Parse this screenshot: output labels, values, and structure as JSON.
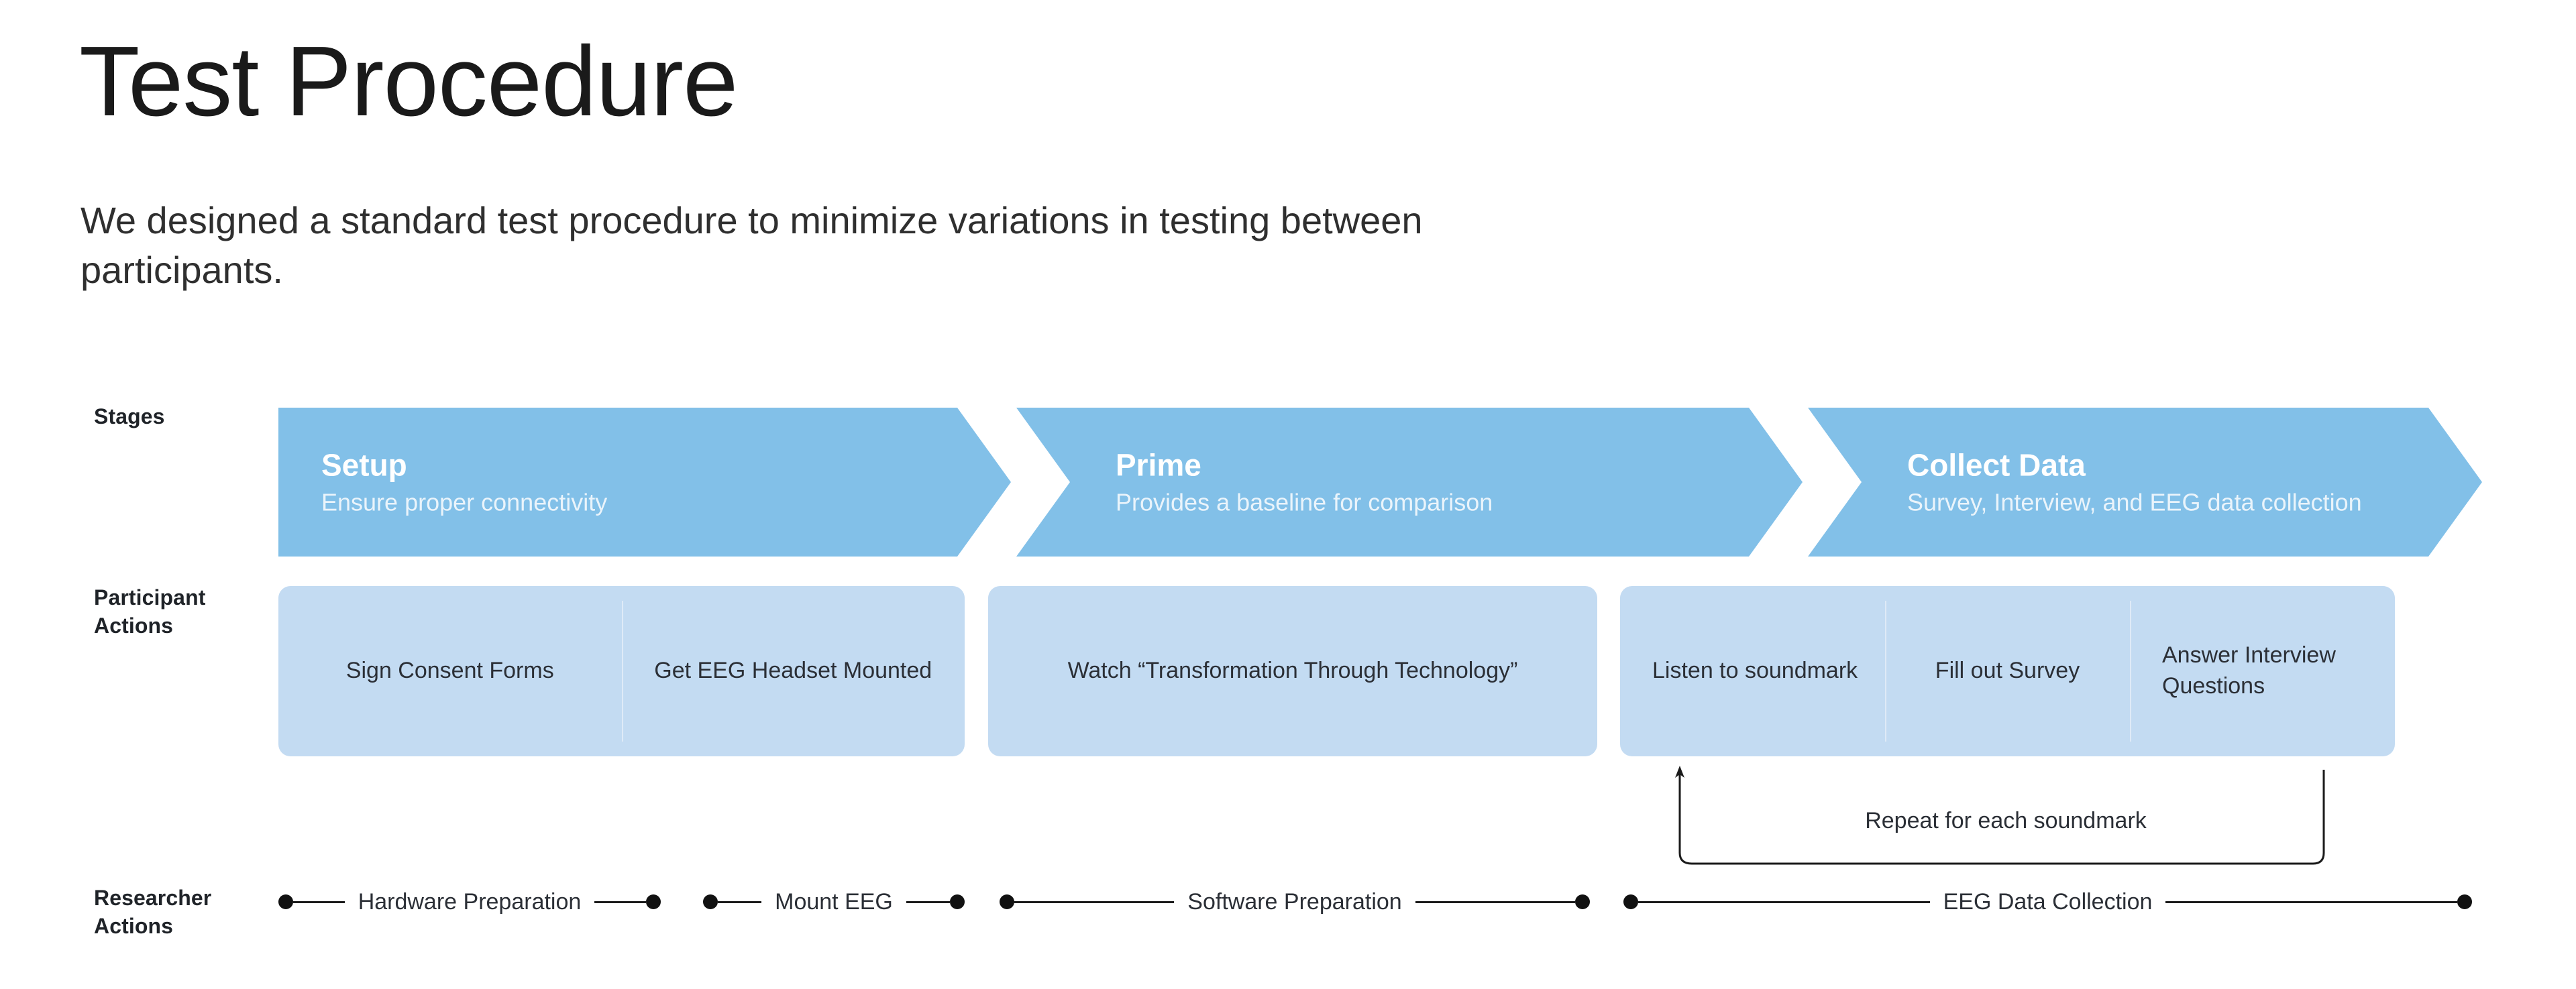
{
  "header": {
    "title": "Test Procedure",
    "subtitle": "We designed a standard test procedure to minimize variations in testing between participants."
  },
  "colors": {
    "stage_fill": "#82c0e8",
    "participant_fill": "#c3dbf2",
    "participant_divider": "#dfeaf7",
    "line": "#1a1a1a",
    "page_background": "#ffffff",
    "title_text": "#1a1a1a",
    "stage_title_text": "#ffffff",
    "stage_subtitle_text": "#eaf4fb"
  },
  "rows": {
    "stages": {
      "label": "Stages",
      "items": [
        {
          "title": "Setup",
          "subtitle": "Ensure proper connectivity"
        },
        {
          "title": "Prime",
          "subtitle": "Provides a baseline for comparison"
        },
        {
          "title": "Collect Data",
          "subtitle": "Survey, Interview, and EEG data collection"
        }
      ]
    },
    "participant_actions": {
      "label": "Participant\nActions",
      "groups": [
        {
          "cells": [
            "Sign Consent Forms",
            "Get EEG Headset Mounted"
          ]
        },
        {
          "cells": [
            "Watch “Transformation Through Technology”"
          ]
        },
        {
          "cells": [
            "Listen to soundmark",
            "Fill out Survey",
            "Answer Interview Questions"
          ]
        }
      ]
    },
    "researcher_actions": {
      "label": "Researcher\nActions",
      "segments": [
        {
          "text": "Hardware Preparation"
        },
        {
          "text": "Mount EEG"
        },
        {
          "text": "Software Preparation"
        },
        {
          "text": "EEG Data Collection"
        }
      ]
    }
  },
  "annotations": {
    "repeat_loop": {
      "label": "Repeat for each soundmark",
      "icon": "loop-arrow-icon"
    }
  }
}
